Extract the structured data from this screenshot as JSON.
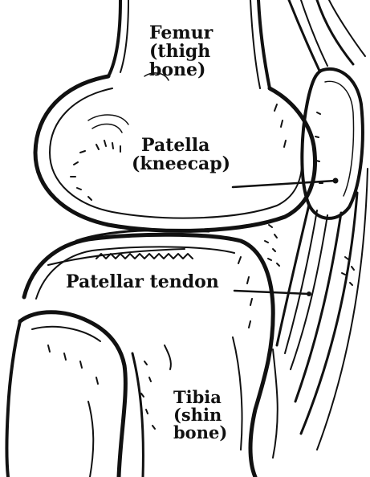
{
  "labels": {
    "femur": {
      "line1": "Femur",
      "line2": "(thigh",
      "line3": "bone)"
    },
    "patella": {
      "line1": "Patella",
      "line2": "(kneecap)"
    },
    "patellar_tendon": {
      "line1": "Patellar tendon"
    },
    "tibia": {
      "line1": "Tibia",
      "line2": "(shin",
      "line3": "bone)"
    }
  },
  "colors": {
    "ink": "#111111",
    "background": "#ffffff"
  }
}
